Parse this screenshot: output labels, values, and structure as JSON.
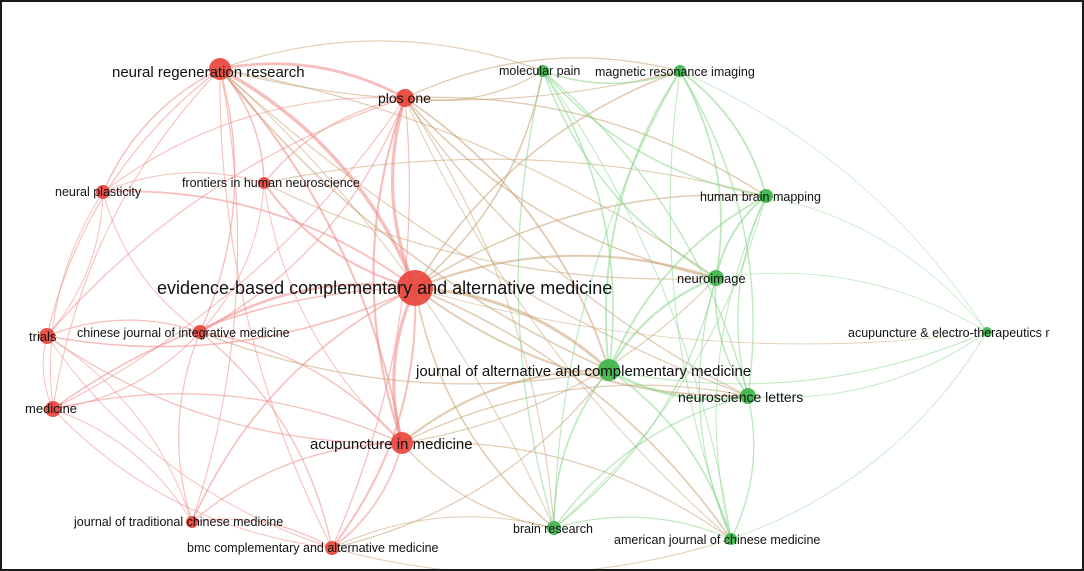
{
  "colors": {
    "cluster_red": "#e8453c",
    "cluster_green": "#3cb54a",
    "edge_red": "#ef8a86",
    "edge_green": "#86d68b",
    "edge_mixed": "#c9a374",
    "background": "#ffffff",
    "border": "#1a1a1a"
  },
  "nodes": [
    {
      "id": "ebcam",
      "label": "evidence-based complementary and alternative medicine",
      "cluster": "red"
    },
    {
      "id": "nrr",
      "label": "neural regeneration research",
      "cluster": "red"
    },
    {
      "id": "plosone",
      "label": "plos one",
      "cluster": "red"
    },
    {
      "id": "neuralplast",
      "label": "neural plasticity",
      "cluster": "red"
    },
    {
      "id": "fhn",
      "label": "frontiers in human neuroscience",
      "cluster": "red"
    },
    {
      "id": "trials",
      "label": "trials",
      "cluster": "red"
    },
    {
      "id": "cjim",
      "label": "chinese journal of integrative medicine",
      "cluster": "red"
    },
    {
      "id": "medicine",
      "label": "medicine",
      "cluster": "red"
    },
    {
      "id": "aim",
      "label": "acupuncture in medicine",
      "cluster": "red"
    },
    {
      "id": "jtcm",
      "label": "journal of traditional chinese medicine",
      "cluster": "red"
    },
    {
      "id": "bmccam",
      "label": "bmc complementary and alternative medicine",
      "cluster": "red"
    },
    {
      "id": "molpain",
      "label": "molecular pain",
      "cluster": "green"
    },
    {
      "id": "mri",
      "label": "magnetic resonance imaging",
      "cluster": "green"
    },
    {
      "id": "hbm",
      "label": "human brain mapping",
      "cluster": "green"
    },
    {
      "id": "neuroimage",
      "label": "neuroimage",
      "cluster": "green"
    },
    {
      "id": "jacm",
      "label": "journal of alternative and complementary medicine",
      "cluster": "green"
    },
    {
      "id": "nsl",
      "label": "neuroscience letters",
      "cluster": "green"
    },
    {
      "id": "aer",
      "label": "acupuncture & electro-therapeutics r",
      "cluster": "green"
    },
    {
      "id": "brainres",
      "label": "brain research",
      "cluster": "green"
    },
    {
      "id": "ajcm",
      "label": "american journal of chinese medicine",
      "cluster": "green"
    }
  ]
}
